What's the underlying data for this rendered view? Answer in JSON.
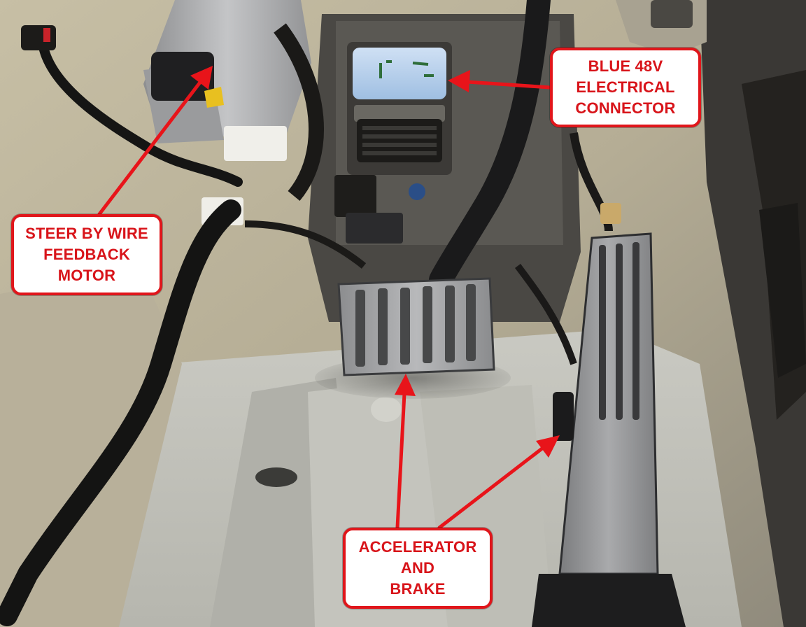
{
  "annotations": {
    "connector": {
      "lines": [
        "BLUE 48V",
        "ELECTRICAL",
        "CONNECTOR"
      ]
    },
    "steer_motor": {
      "lines": [
        "STEER BY WIRE",
        "FEEDBACK",
        "MOTOR"
      ]
    },
    "pedals": {
      "lines": [
        "ACCELERATOR",
        "AND",
        "BRAKE"
      ]
    }
  },
  "colors": {
    "callout_border": "#e0161b",
    "callout_text": "#d8141a",
    "callout_fill": "#ffffff",
    "arrow": "#e8141a"
  }
}
